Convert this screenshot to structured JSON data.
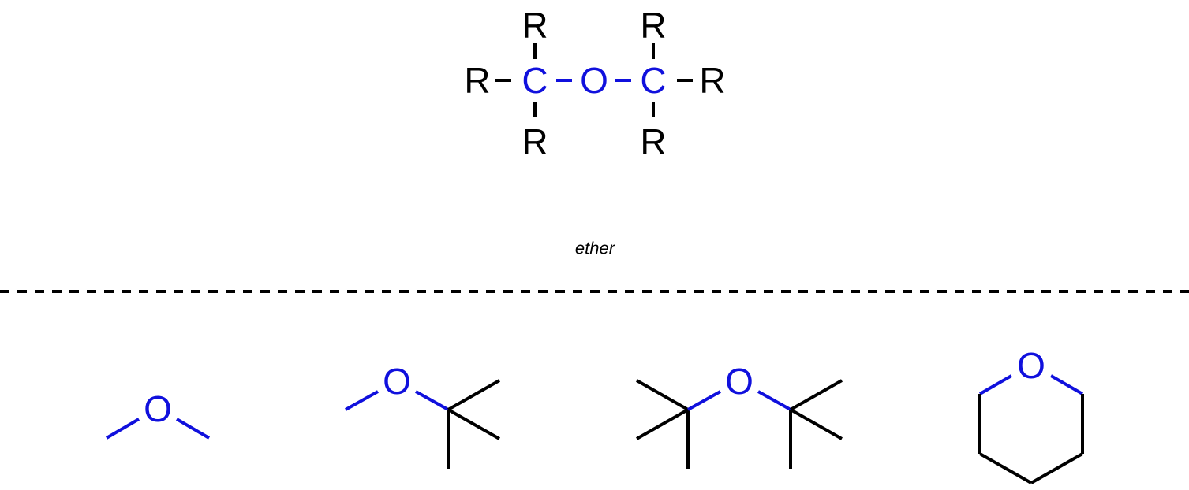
{
  "colors": {
    "heteroatom": "#1010dd",
    "skeleton": "#000000"
  },
  "general_structure": {
    "r_label": "R",
    "carbon_label": "C",
    "oxygen_label": "O",
    "caption": "ether"
  },
  "examples": {
    "oxygen_label": "O"
  }
}
